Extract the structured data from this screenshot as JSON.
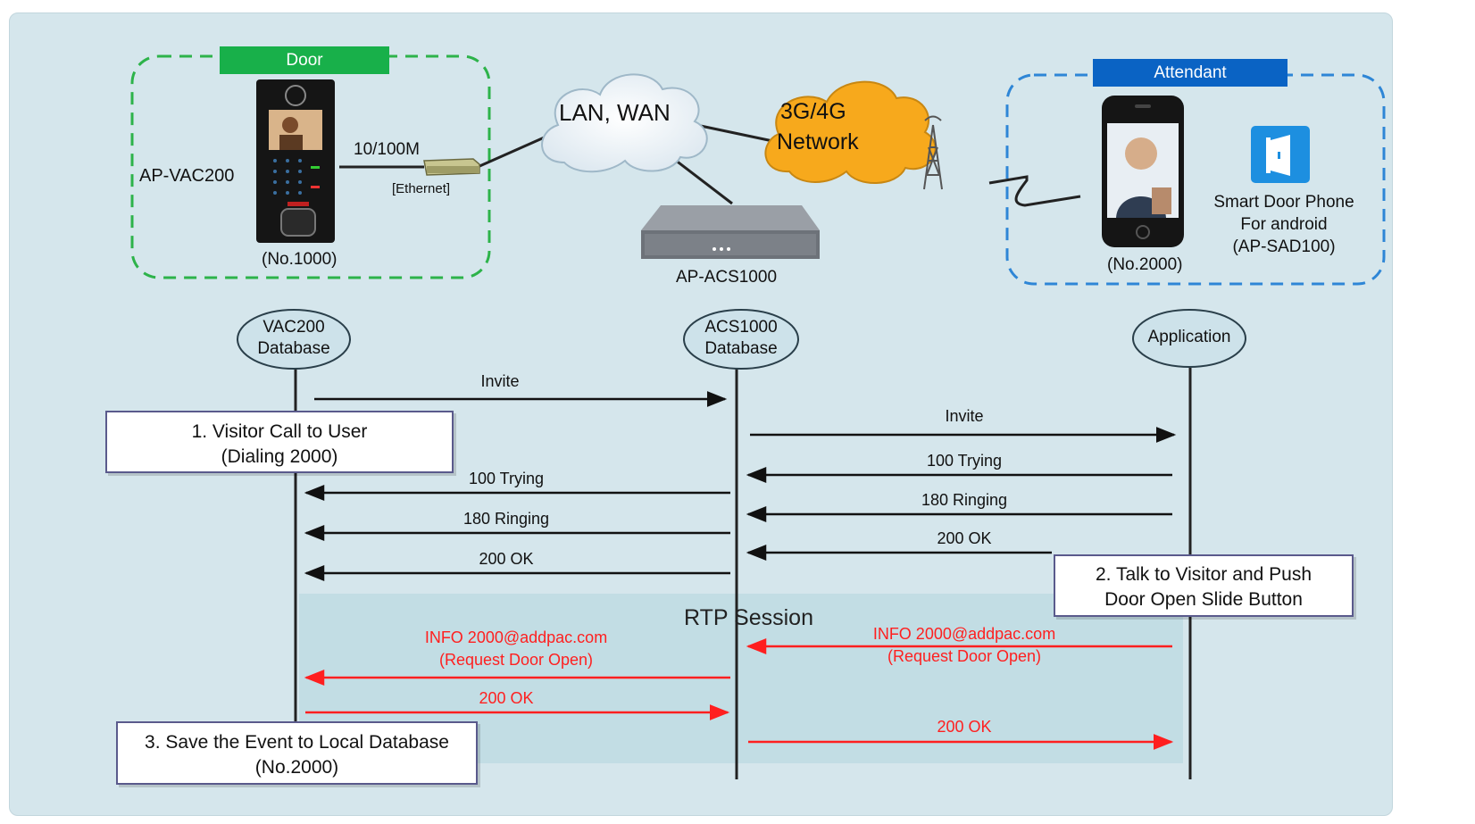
{
  "door_group": {
    "tag": "Door",
    "device_name": "AP-VAC200",
    "number": "(No.1000)",
    "link_speed": "10/100M",
    "link_type": "[Ethernet]"
  },
  "network": {
    "lan_wan": "LAN, WAN",
    "mobile_line1": "3G/4G",
    "mobile_line2": "Network",
    "server_name": "AP-ACS1000"
  },
  "attendant_group": {
    "tag": "Attendant",
    "number": "(No.2000)",
    "app_line1": "Smart Door Phone",
    "app_line2": "For android",
    "app_line3": "(AP-SAD100)"
  },
  "lifelines": {
    "vac200": [
      "VAC200",
      "Database"
    ],
    "acs1000": [
      "ACS1000",
      "Database"
    ],
    "application": "Application"
  },
  "messages": {
    "invite_left": "Invite",
    "invite_right": "Invite",
    "trying_right": "100 Trying",
    "ringing_right": "180 Ringing",
    "ok_right": "200 OK",
    "trying_left": "100 Trying",
    "ringing_left": "180 Ringing",
    "ok_left": "200 OK",
    "info_right": [
      "INFO 2000@addpac.com",
      "(Request Door Open)"
    ],
    "info_left": [
      "INFO 2000@addpac.com",
      "(Request Door Open)"
    ],
    "ok_red_left": "200 OK",
    "ok_red_right": "200 OK"
  },
  "rtp_session": "RTP Session",
  "notes": {
    "step1": [
      "1. Visitor Call to User",
      "(Dialing 2000)"
    ],
    "step2": [
      "2. Talk to Visitor and Push",
      "Door Open Slide Button"
    ],
    "step3": [
      "3. Save the Event to Local Database",
      "(No.2000)"
    ]
  },
  "colors": {
    "panel": "#d5e6ec",
    "door_group": "#2db34a",
    "attendant_group": "#2e86d6",
    "attendant_tag": "#0a63c4",
    "cloud_orange": "#f7a91c",
    "sip_red": "#ff1f1f"
  }
}
